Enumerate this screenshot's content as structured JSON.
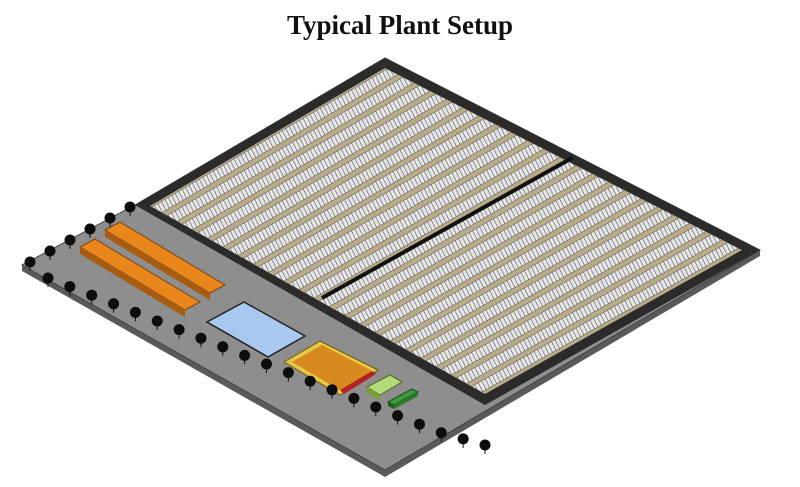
{
  "figure": {
    "title": "Typical Plant Setup"
  },
  "scene": {
    "ground_color": "#8c8c8c",
    "ground_edge_color": "#5a5a5a",
    "field_border_color": "#2b2b2b",
    "panel_row_color": "#d9cba6",
    "panel_face_color": "#cfcfcf",
    "panel_line_color": "#3a3a3a",
    "warehouse_color": "#e8861c",
    "pond_color": "#a9c8f0",
    "greenhouse_color": "#e5c74a",
    "greenhouse_inner_color": "#d98a1e",
    "small_building_color": "#9bc35a",
    "transformer_color": "#2f7d2f",
    "tree_color": "#0d0d0d"
  },
  "elements": {
    "solar_field_left_label": "solar-array-section-1",
    "solar_field_right_label": "solar-array-section-2",
    "warehouse_count": 2,
    "tree_count_front": 21,
    "tree_count_left": 6
  }
}
